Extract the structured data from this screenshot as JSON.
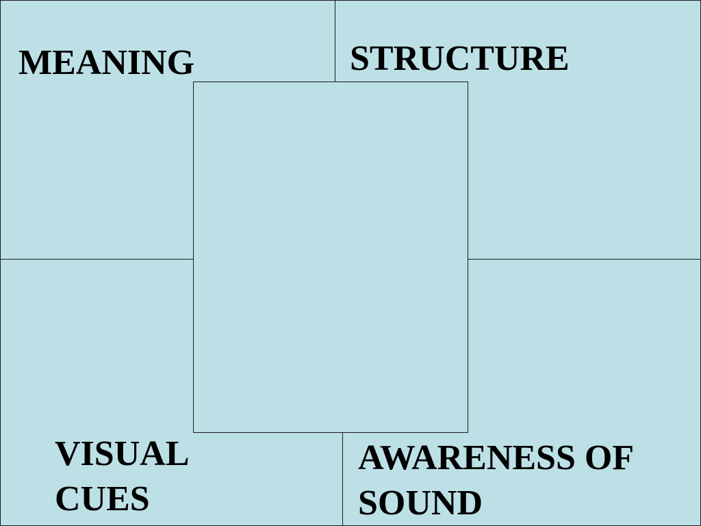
{
  "quadrants": {
    "top_left": {
      "label_lines": [
        "MEANING"
      ]
    },
    "top_right": {
      "label_lines": [
        "STRUCTURE"
      ]
    },
    "bottom_left": {
      "label_lines": [
        "VISUAL",
        "CUES"
      ]
    },
    "bottom_right": {
      "label_lines": [
        "AWARENESS OF",
        "SOUND"
      ]
    }
  },
  "colors": {
    "background": "#bce0e5",
    "border": "#1a1a1a",
    "text": "#000000"
  }
}
